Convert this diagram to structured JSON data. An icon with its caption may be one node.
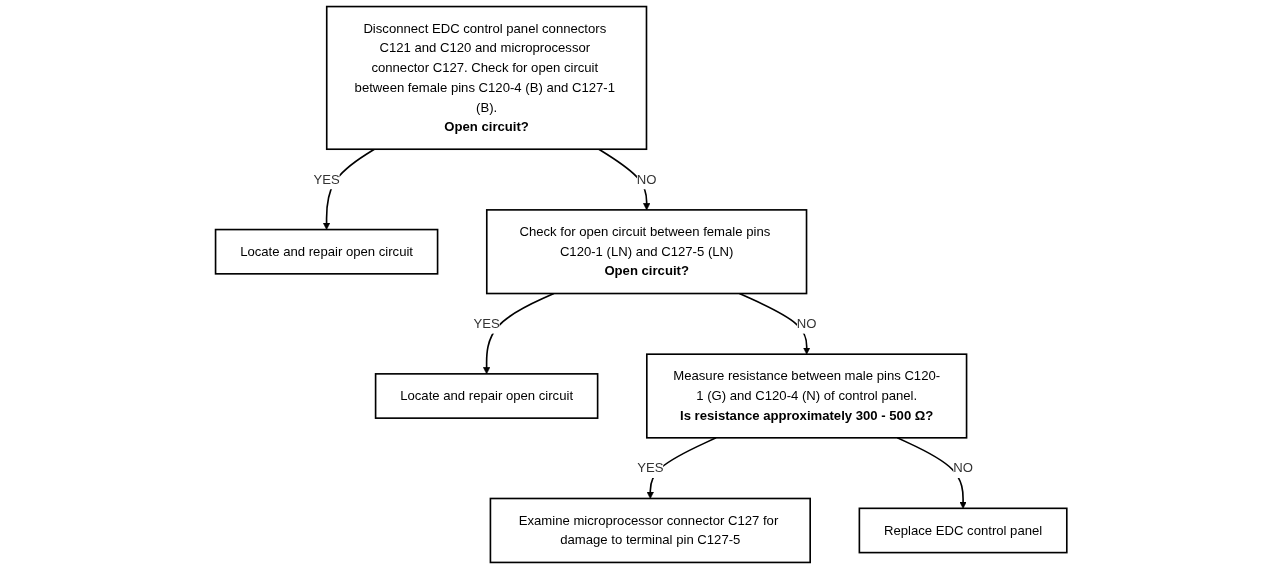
{
  "diagram": {
    "nodes": [
      {
        "text": [
          "Disconnect EDC control panel connectors C121 and C120 and microprocessor connector C127. Check for open circuit between female pins C120-4 (B) and C127-1 (B).",
          "Open circuit?"
        ]
      },
      {
        "text": [
          "Locate and repair open circuit"
        ]
      },
      {
        "text": [
          "Check for open circuit between female pins C120-1 (LN) and C127-5 (LN)",
          "Open circuit?"
        ]
      },
      {
        "text": [
          "Locate and repair open circuit"
        ]
      },
      {
        "text": [
          "Measure resistance between male pins C120-1 (G) and C120-4 (N) of control panel.",
          "Is resistance approximately 300 - 500 Ω?"
        ]
      },
      {
        "text": [
          "Examine microprocessor connector C127 for damage to terminal pin C127-5"
        ]
      },
      {
        "text": [
          "Replace EDC control panel"
        ]
      }
    ],
    "edges": [
      {
        "from": 0,
        "to": 1,
        "arrow": "to",
        "label": "YES"
      },
      {
        "from": 0,
        "to": 2,
        "arrow": "to",
        "label": "NO"
      },
      {
        "from": 2,
        "to": 3,
        "arrow": "to",
        "label": "YES"
      },
      {
        "from": 2,
        "to": 4,
        "arrow": "to",
        "label": "NO"
      },
      {
        "from": 4,
        "to": 5,
        "arrow": "to",
        "label": "YES"
      },
      {
        "from": 4,
        "to": 6,
        "arrow": "to",
        "label": "NO"
      }
    ]
  }
}
